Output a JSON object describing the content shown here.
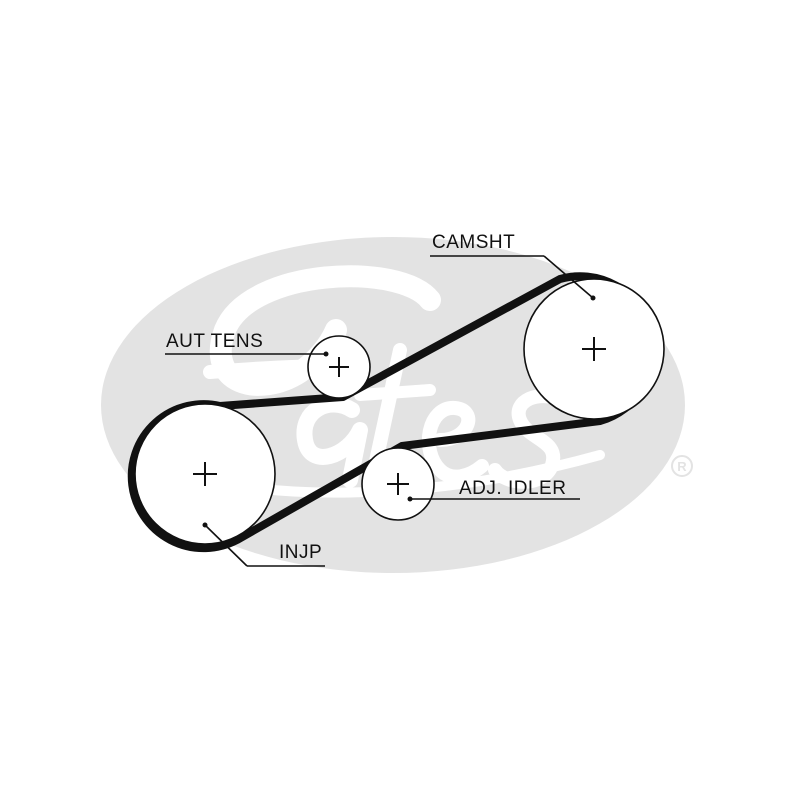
{
  "logo": {
    "brand_text": "Gates",
    "registered_mark": "®",
    "color": "#e3e3e3"
  },
  "diagram": {
    "belt_color": "#111111",
    "line_color": "#111111",
    "labels": {
      "camshaft": "CAMSHT",
      "auto_tensioner": "AUT TENS",
      "adjustable_idler": "ADJ. IDLER",
      "injection_pump": "INJP"
    }
  }
}
